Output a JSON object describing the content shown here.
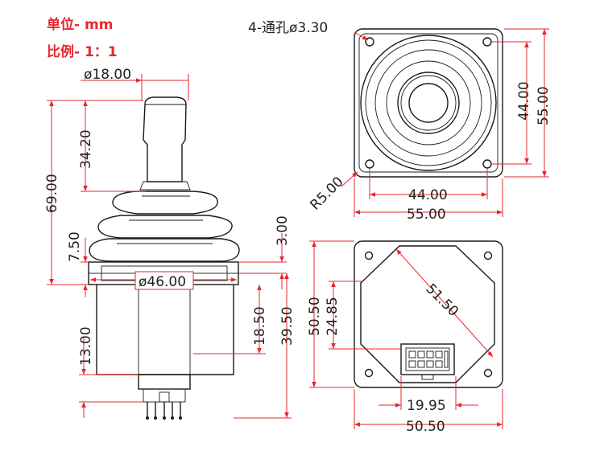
{
  "header": {
    "unit_label": "单位- mm",
    "scale_label": "比例- 1：1"
  },
  "colors": {
    "dimension": "#e8262c",
    "outline": "#1a1a1a",
    "background": "#ffffff"
  },
  "side_view": {
    "handle_diameter": "ø18.00",
    "handle_height": "34.20",
    "total_height": "69.00",
    "boot_offset": "7.50",
    "flange_thickness": "3.00",
    "flange_diameter": "ø46.00",
    "body_depth": "39.50",
    "body_mid_depth": "18.50",
    "pin_length": "13.00"
  },
  "top_view": {
    "holes_note": "4-通孔ø3.30",
    "corner_radius": "R5.00",
    "hole_spacing_h": "44.00",
    "hole_spacing_v": "44.00",
    "outer_width": "55.00",
    "outer_height": "55.00"
  },
  "bottom_view": {
    "diagonal": "51.50",
    "height_total": "50.50",
    "connector_offset": "24.85",
    "connector_width": "19.95",
    "width_total": "50.50"
  }
}
